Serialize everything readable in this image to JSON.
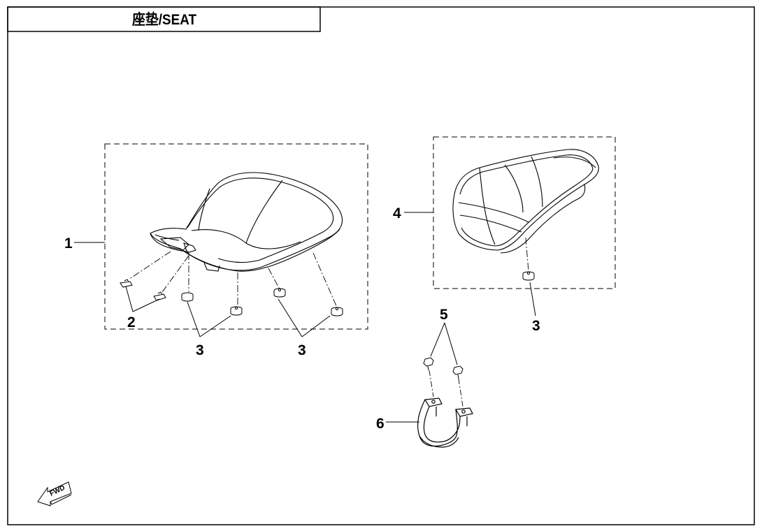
{
  "title": "座垫/SEAT",
  "fwd_label": "FWD",
  "callouts": {
    "c1": "1",
    "c2": "2",
    "c3a": "3",
    "c3b": "3",
    "c3c": "3",
    "c4": "4",
    "c5": "5",
    "c6": "6"
  },
  "colors": {
    "line": "#000000",
    "background": "#ffffff"
  }
}
